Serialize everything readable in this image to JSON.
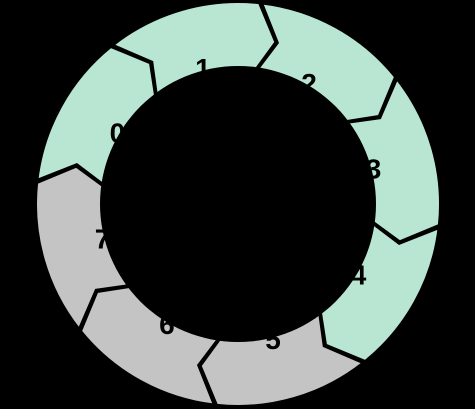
{
  "diagram": {
    "type": "circular-sequence",
    "colors": {
      "background": "#000000",
      "active": "#b8e6d2",
      "inactive": "#c4c4c4",
      "outline": "#000000"
    },
    "segments": [
      {
        "label": "0",
        "state": "active"
      },
      {
        "label": "1",
        "state": "active"
      },
      {
        "label": "2",
        "state": "active"
      },
      {
        "label": "3",
        "state": "active"
      },
      {
        "label": "4",
        "state": "active"
      },
      {
        "label": "5",
        "state": "inactive"
      },
      {
        "label": "6",
        "state": "inactive"
      },
      {
        "label": "7",
        "state": "inactive"
      }
    ]
  }
}
